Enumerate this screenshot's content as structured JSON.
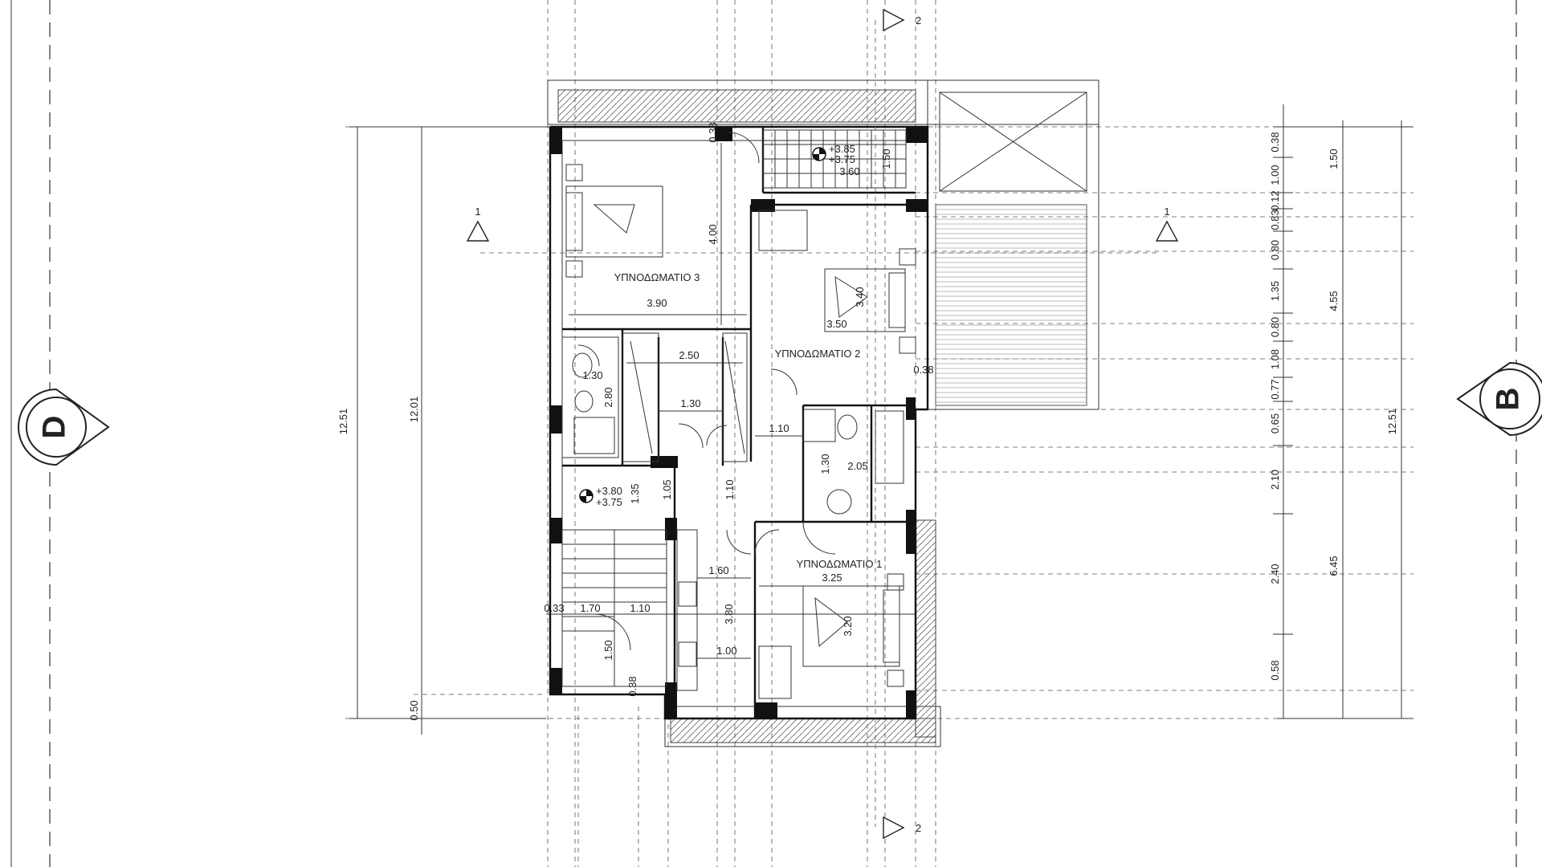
{
  "grid_axes": {
    "left": "D",
    "right": "B"
  },
  "section_marks": {
    "section_1": "1",
    "section_2": "2"
  },
  "rooms": {
    "bedroom_3": "ΥΠΝΟΔΩΜΑΤΙΟ 3",
    "bedroom_2": "ΥΠΝΟΔΩΜΑΤΙΟ 2",
    "bedroom_1": "ΥΠΝΟΔΩΜΑΤΙΟ 1"
  },
  "levels": {
    "level_a_top": "+3.85",
    "level_a_bottom": "+3.75",
    "level_b_top": "+3.80",
    "level_b_bottom": "+3.75"
  },
  "dimensions_left": {
    "overall": "12.51",
    "inner": "12.01",
    "bottom_offset": "0.50"
  },
  "dimensions_right": {
    "chain": [
      "0.38",
      "1.00",
      "0.12",
      "0.83",
      "0.80",
      "1.35",
      "0.80",
      "1.08",
      "0.77",
      "0.65",
      "2.10",
      "2.40",
      "0.58"
    ],
    "group": [
      "1.50",
      "4.55",
      "6.45"
    ],
    "overall": "12.51"
  },
  "dimensions_interior": {
    "bed3_width": "3.90",
    "bed3_depth": "4.00",
    "top_width": "3.60",
    "top_height": "1.50",
    "top_small": "0.38",
    "bed2_a": "3.50",
    "bed2_b": "3.40",
    "hall_top": "2.50",
    "hall_mid": "1.30",
    "wc_w": "1.30",
    "wc_h": "2.80",
    "bath_w": "1.10",
    "bath_h": "1.30",
    "bath_d": "2.05",
    "side": "0.38",
    "stair_h": "1.35",
    "stair_w2": "1.05",
    "hall_v": "1.10",
    "bed1_w": "3.25",
    "bed1_h": "3.20",
    "kitch_w": "1.60",
    "kitch_h": "3.80",
    "kitch_b": "1.00",
    "stair_a": "0.33",
    "stair_b": "1.70",
    "stair_c": "1.10",
    "stair_d": "1.50",
    "stair_e": "0.38"
  }
}
